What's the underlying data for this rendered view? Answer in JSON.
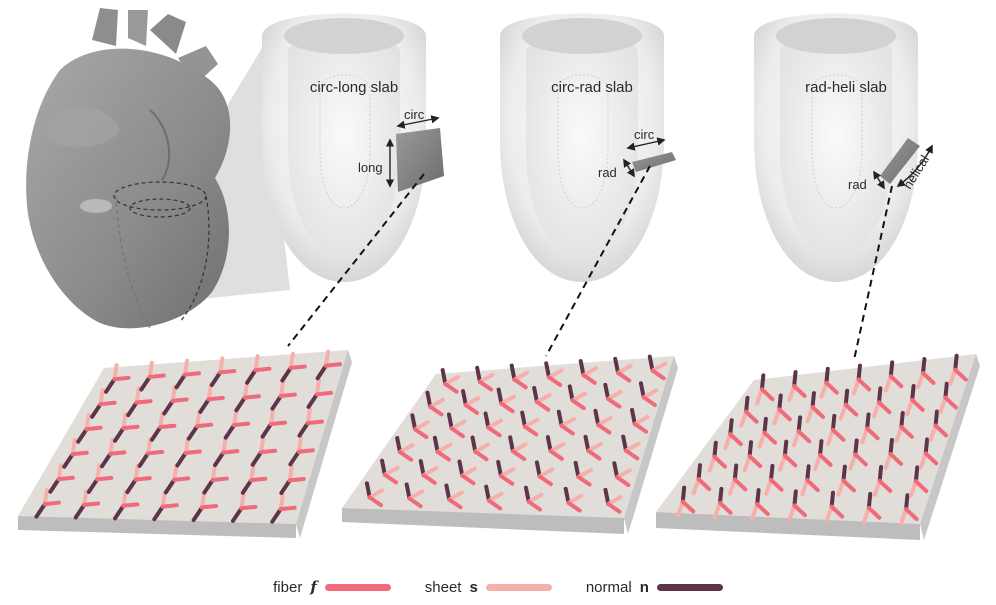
{
  "panels": [
    {
      "title": "circ-long slab",
      "axis_a": "circ",
      "axis_b": "long"
    },
    {
      "title": "circ-rad slab",
      "axis_a": "circ",
      "axis_b": "rad"
    },
    {
      "title": "rad-heli slab",
      "axis_a": "rad",
      "axis_b": "helical"
    }
  ],
  "legend": [
    {
      "word": "fiber",
      "symbol": "f",
      "color": "#f06a7a",
      "style": "italic"
    },
    {
      "word": "sheet",
      "symbol": "s",
      "color": "#f6b0ac",
      "style": "bold"
    },
    {
      "word": "normal",
      "symbol": "n",
      "color": "#5e3448",
      "style": "bold"
    }
  ],
  "colors": {
    "fiber": "#f06a7a",
    "sheet": "#f6b0ac",
    "normal": "#5e3448",
    "slab_top": "#dedad6",
    "slab_side": "#bdbdbd",
    "heart": "#8f8f8f",
    "ventricle": "#e6e6e6"
  },
  "icons": [
    "heart-anatomy-icon",
    "ventricle-shell-icon",
    "tissue-slab-icon"
  ]
}
